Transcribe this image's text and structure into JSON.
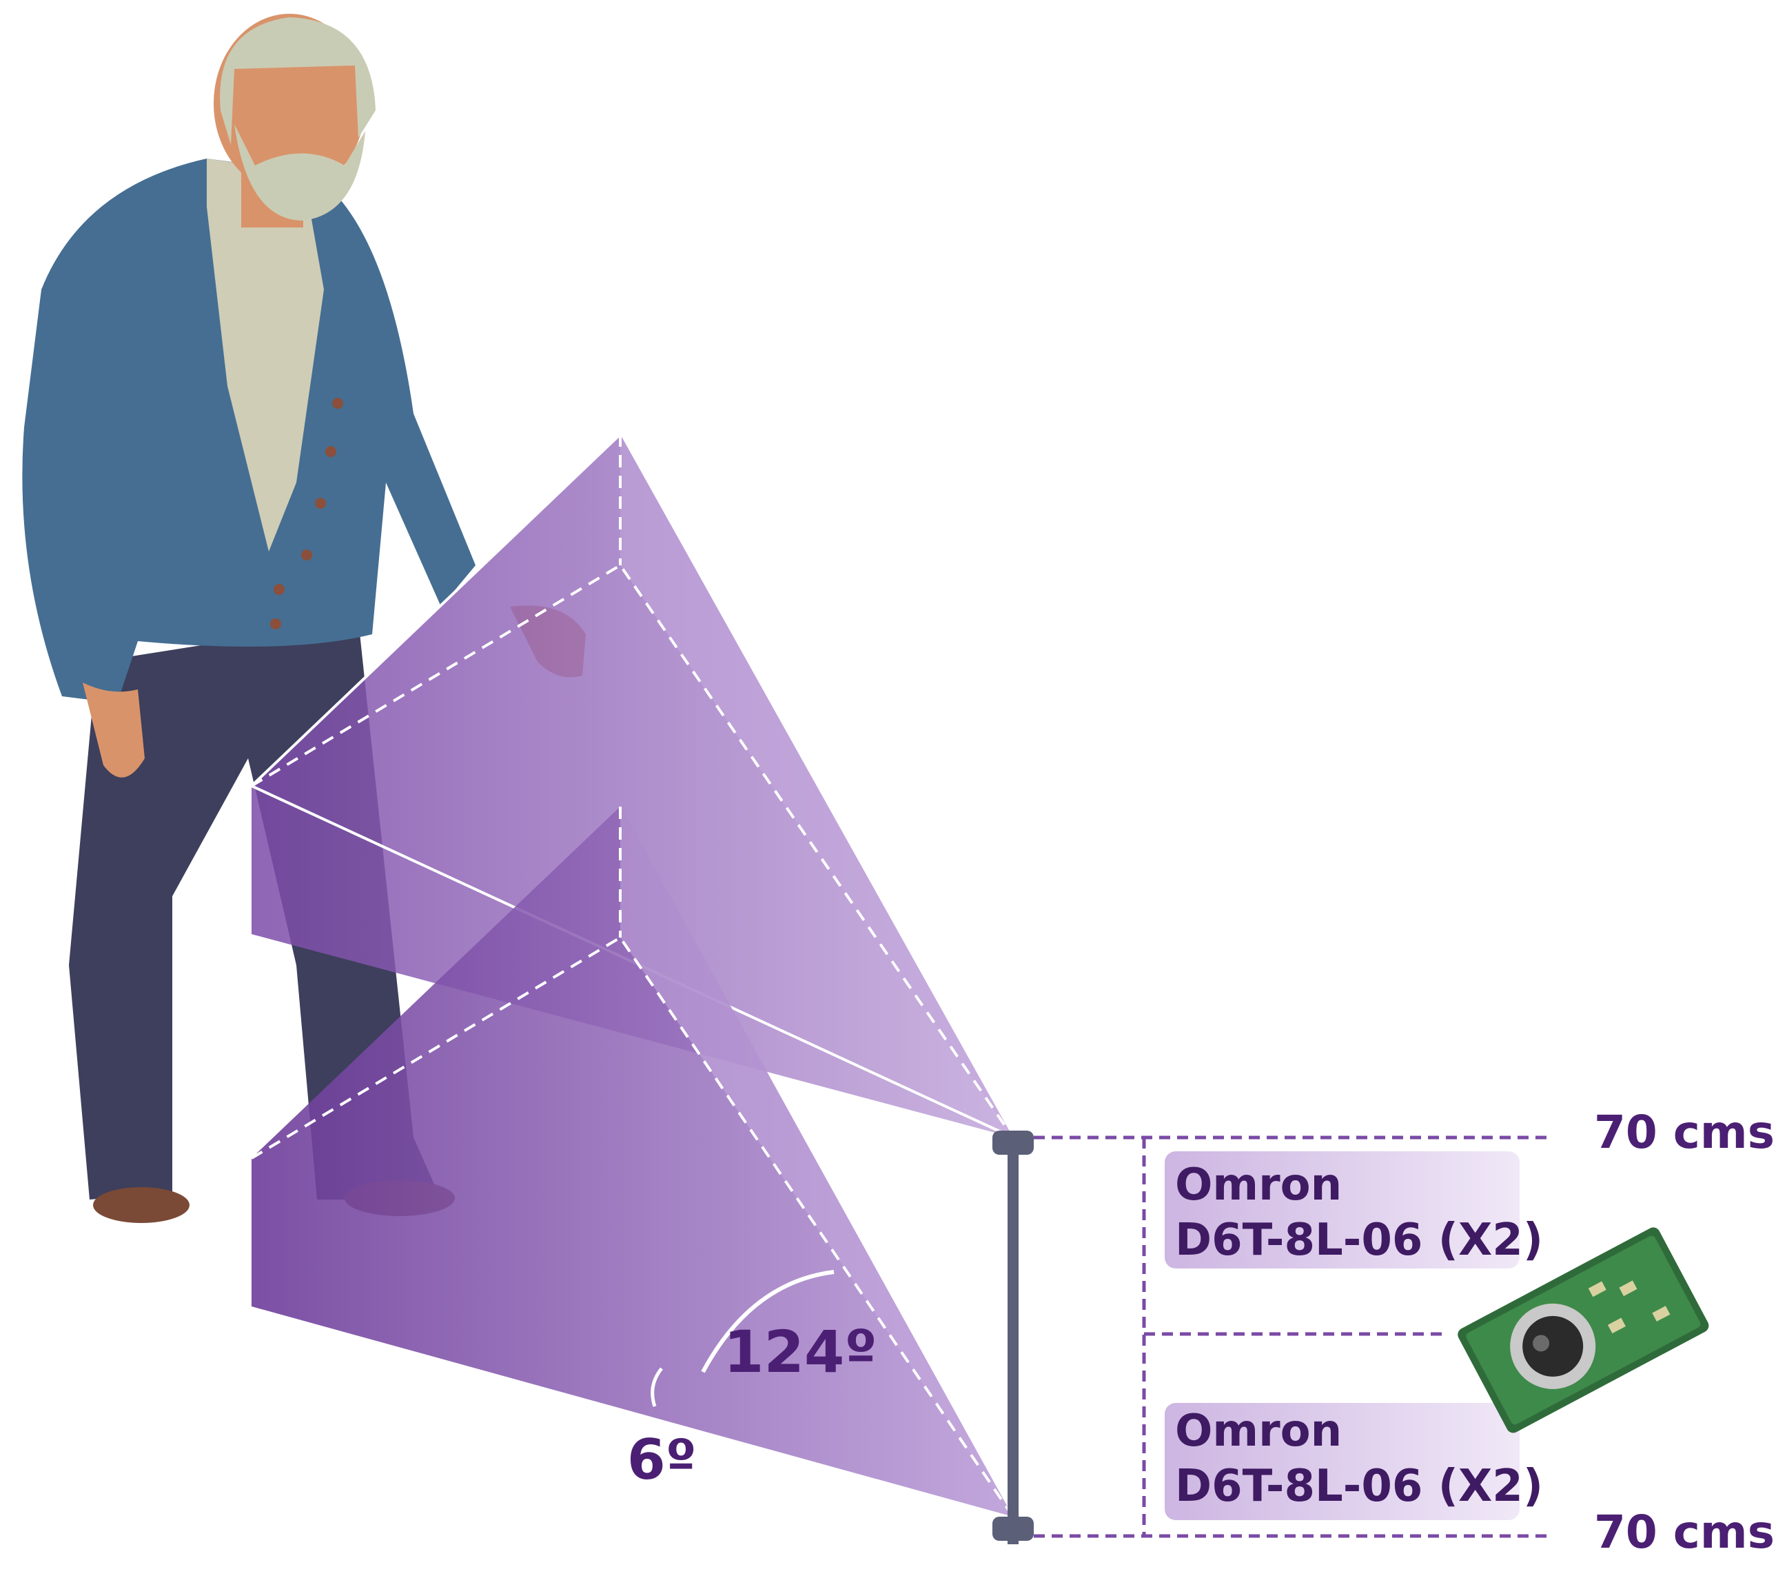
{
  "sensors": [
    {
      "name": "Omron",
      "model": "D6T-8L-06 (X2)"
    },
    {
      "name": "Omron",
      "model": "D6T-8L-06 (X2)"
    }
  ],
  "heights": {
    "top": "70 cms",
    "bottom": "70 cms"
  },
  "angles": {
    "horizontal": "124º",
    "vertical": "6º"
  },
  "colors": {
    "cone": "#9b6cc2",
    "label_text": "#4b1f73",
    "label_box": "#d9c8e8",
    "pole": "#5b5f78",
    "dash": "#7a4aa5"
  }
}
